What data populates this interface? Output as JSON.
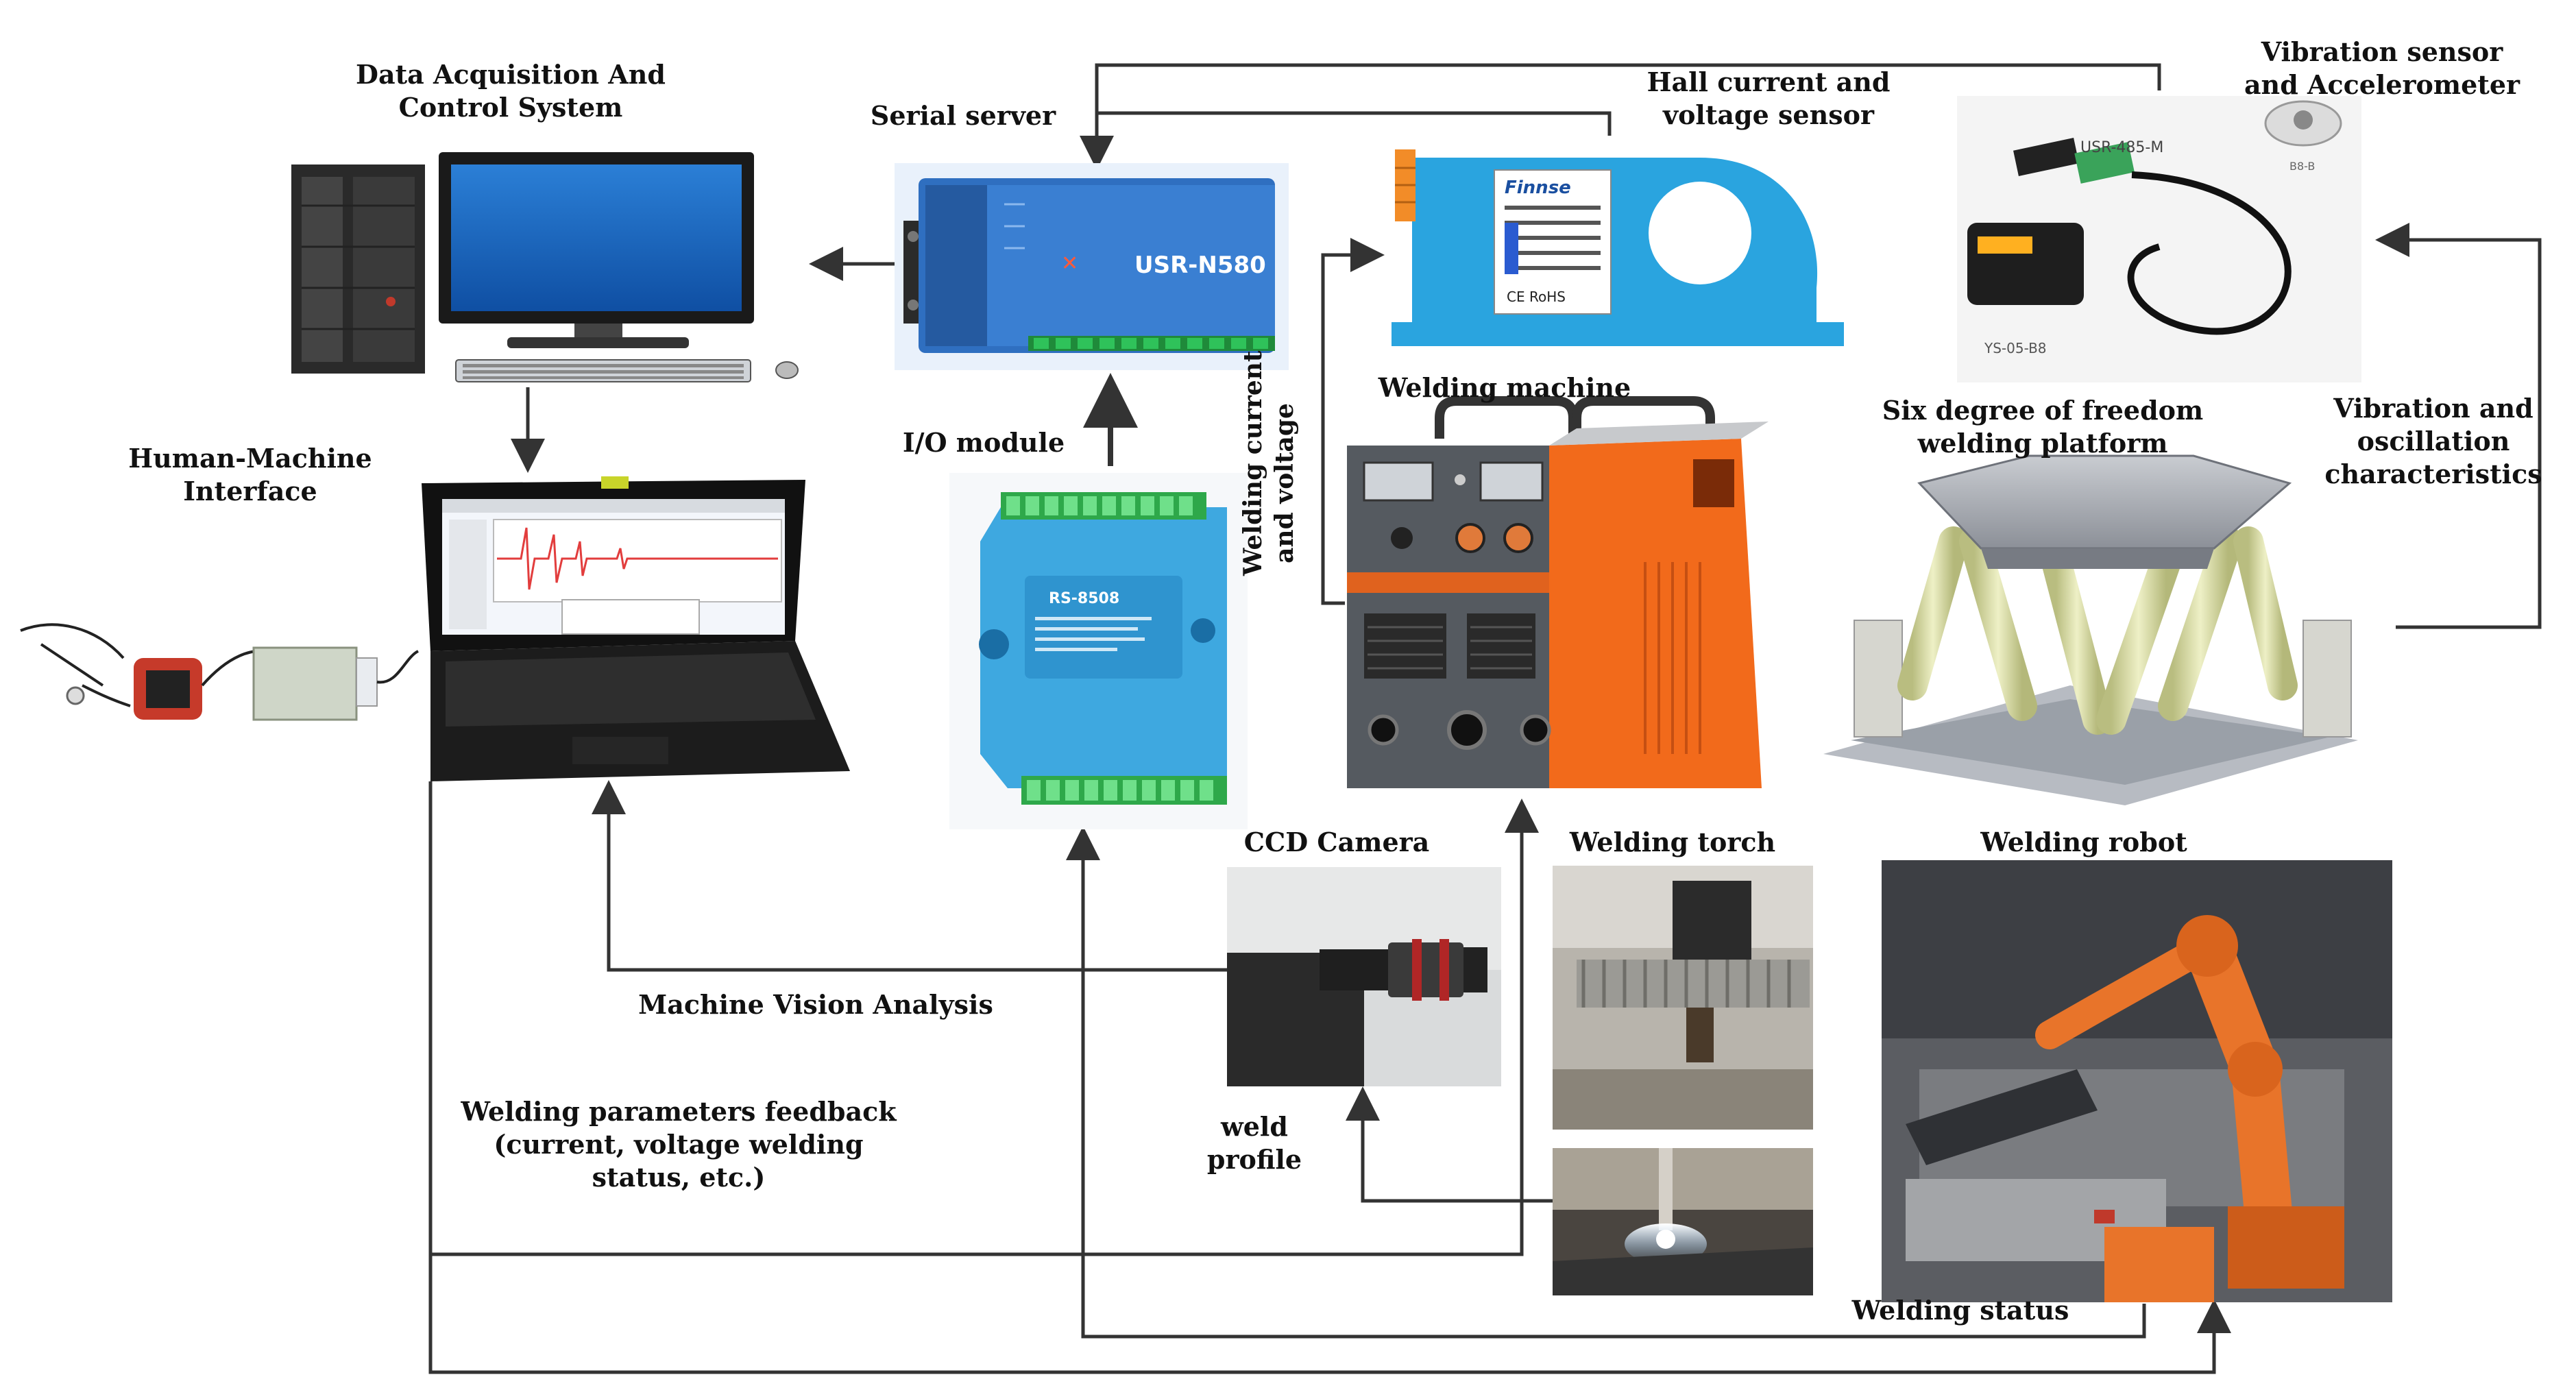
{
  "labels": {
    "daq": [
      "Data Acquisition And",
      "Control System"
    ],
    "serial_server": "Serial server",
    "hall_sensor": [
      "Hall current and",
      "voltage sensor"
    ],
    "vibration_sensor": [
      "Vibration sensor",
      "and Accelerometer"
    ],
    "hmi": [
      "Human-Machine",
      "Interface"
    ],
    "io_module": "I/O module",
    "welding_machine": "Welding machine",
    "welding_current_voltage": [
      "Welding current",
      "and voltage"
    ],
    "six_dof": [
      "Six degree of freedom",
      "welding platform"
    ],
    "vibration_osc": [
      "Vibration and",
      "oscillation",
      "characteristics"
    ],
    "ccd_camera": "CCD Camera",
    "welding_torch": "Welding torch",
    "welding_robot": "Welding robot",
    "machine_vision": "Machine Vision Analysis",
    "feedback": [
      "Welding parameters feedback",
      "(current, voltage welding",
      "status, etc.)"
    ],
    "weld_profile": [
      "weld",
      "profile"
    ],
    "welding_status": "Welding status"
  },
  "device_text": {
    "serial_brand": "USR-N580",
    "sensor_brand": "Finnse",
    "sensor_marks": "CE RoHS",
    "vib_cable": "USR-485-M",
    "vib_tag": "YS-05-B8",
    "io_brand": "RS-8508"
  },
  "colors": {
    "line": "#333333",
    "serial_blue": "#2f6fc0",
    "sensor_blue": "#2aa4df",
    "io_blue": "#3ea8e0",
    "terminal_green": "#2ea84a",
    "welder_orange": "#f26a1b",
    "robot_orange": "#e8742a",
    "platform_gray": "#8d9199",
    "leg_yellow": "#d9dca0"
  }
}
